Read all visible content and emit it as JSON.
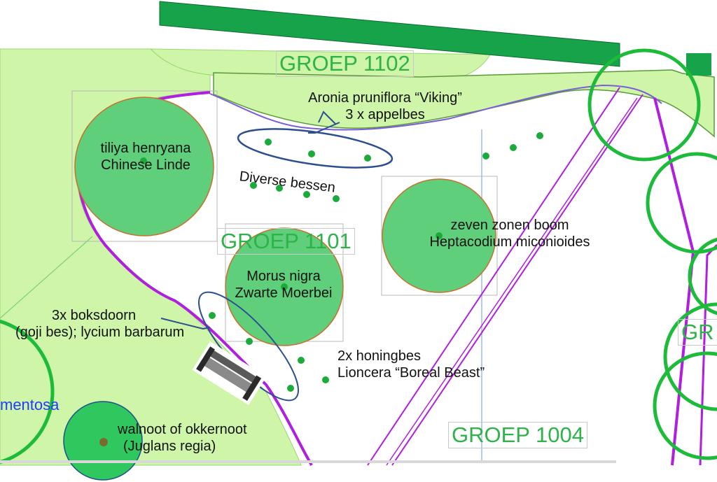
{
  "groups": {
    "g1102": "GROEP 1102",
    "g1101": "GROEP 1101",
    "g1004": "GROEP 1004",
    "g_partial": "GR"
  },
  "plants": {
    "linde_line1": "tiliya henryana",
    "linde_line2": "Chinese Linde",
    "aronia_line1": "Aronia pruniflora “Viking”",
    "aronia_line2": "3 x appelbes",
    "bessen": "Diverse bessen",
    "zeven_line1": "zeven zonen boom",
    "zeven_line2": "Heptacodium miconioides",
    "morus_line1": "Morus nigra",
    "morus_line2": "Zwarte Moerbei",
    "goji_line1": "3x  boksdoorn",
    "goji_line2": "(goji bes); lycium barbarum",
    "honing_line1": "2x honingbes",
    "honing_line2": "Lioncera “Boreal Beast”",
    "walnoot_line1": "walnoot of okkernoot",
    "walnoot_line2": "(Juglans regia)",
    "partial_left": "mentosa"
  },
  "colors": {
    "lawn": "#cff5a8",
    "tree_fill": "#5fcf7c",
    "dot": "#1aab3a",
    "path_purple": "#b01ee0",
    "group_text": "#2fb24a",
    "outline_blue": "#2b4f8f",
    "hedge": "#159a45"
  }
}
